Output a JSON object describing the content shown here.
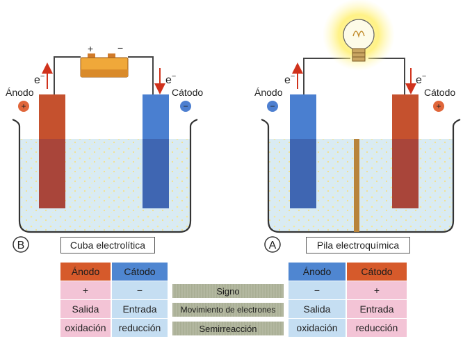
{
  "left_cell": {
    "anode_label": "Ánodo",
    "cathode_label": "Cátodo",
    "electron_left": "e",
    "electron_right": "e",
    "electron_sup": "−",
    "battery_plus": "+",
    "battery_minus": "−",
    "letter": "B",
    "caption": "Cuba electrolítica",
    "anode_sign": "+",
    "cathode_sign": "−"
  },
  "right_cell": {
    "anode_label": "Ánodo",
    "cathode_label": "Cátodo",
    "electron_left": "e",
    "electron_right": "e",
    "electron_sup": "−",
    "letter": "A",
    "caption": "Pila electroquímica",
    "anode_sign": "−",
    "cathode_sign": "+"
  },
  "table": {
    "left_headers": [
      "Ánodo",
      "Cátodo"
    ],
    "right_headers": [
      "Ánodo",
      "Cátodo"
    ],
    "rows": [
      {
        "left": [
          "+",
          "−"
        ],
        "middle": "Signo",
        "right": [
          "−",
          "+"
        ]
      },
      {
        "left": [
          "Salida",
          "Entrada"
        ],
        "middle": "Movimiento de electrones",
        "right": [
          "Salida",
          "Entrada"
        ]
      },
      {
        "left": [
          "oxidación",
          "reducción"
        ],
        "middle": "Semirreacción",
        "right": [
          "oxidación",
          "reducción"
        ]
      }
    ]
  },
  "colors": {
    "anode_red": "#c8522f",
    "cathode_blue": "#4f7fcf",
    "electrolyte": "#d6e9f2"
  }
}
